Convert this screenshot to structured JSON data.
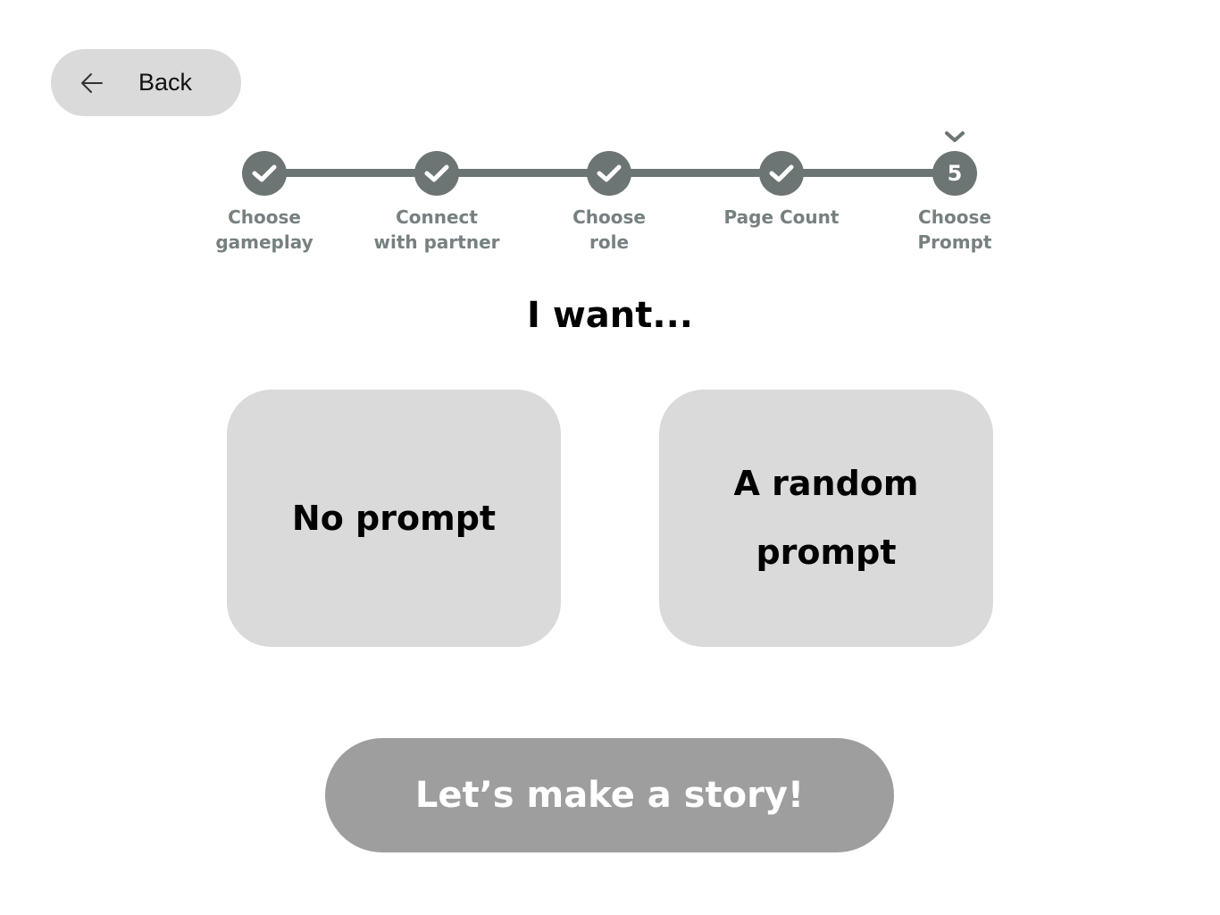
{
  "back_button": {
    "label": "Back",
    "icon": "arrow-left-icon"
  },
  "stepper": {
    "current_step": 5,
    "steps": [
      {
        "label": "Choose\ngameplay",
        "status": "complete",
        "icon": "check-icon"
      },
      {
        "label": "Connect\nwith partner",
        "status": "complete",
        "icon": "check-icon"
      },
      {
        "label": "Choose\nrole",
        "status": "complete",
        "icon": "check-icon"
      },
      {
        "label": "Page Count",
        "status": "complete",
        "icon": "check-icon"
      },
      {
        "label": "Choose\nPrompt",
        "status": "current",
        "number": "5"
      }
    ],
    "current_marker_icon": "chevron-down-icon"
  },
  "heading": "I want...",
  "options": [
    {
      "label": "No prompt"
    },
    {
      "label": "A random prompt"
    }
  ],
  "submit_button": {
    "label": "Let’s make a story!"
  },
  "colors": {
    "background": "#ffffff",
    "button_bg": "#dadada",
    "stepper": "#6c7474",
    "step_label": "#778080",
    "submit_bg": "#9e9e9e",
    "submit_text": "#ffffff"
  }
}
